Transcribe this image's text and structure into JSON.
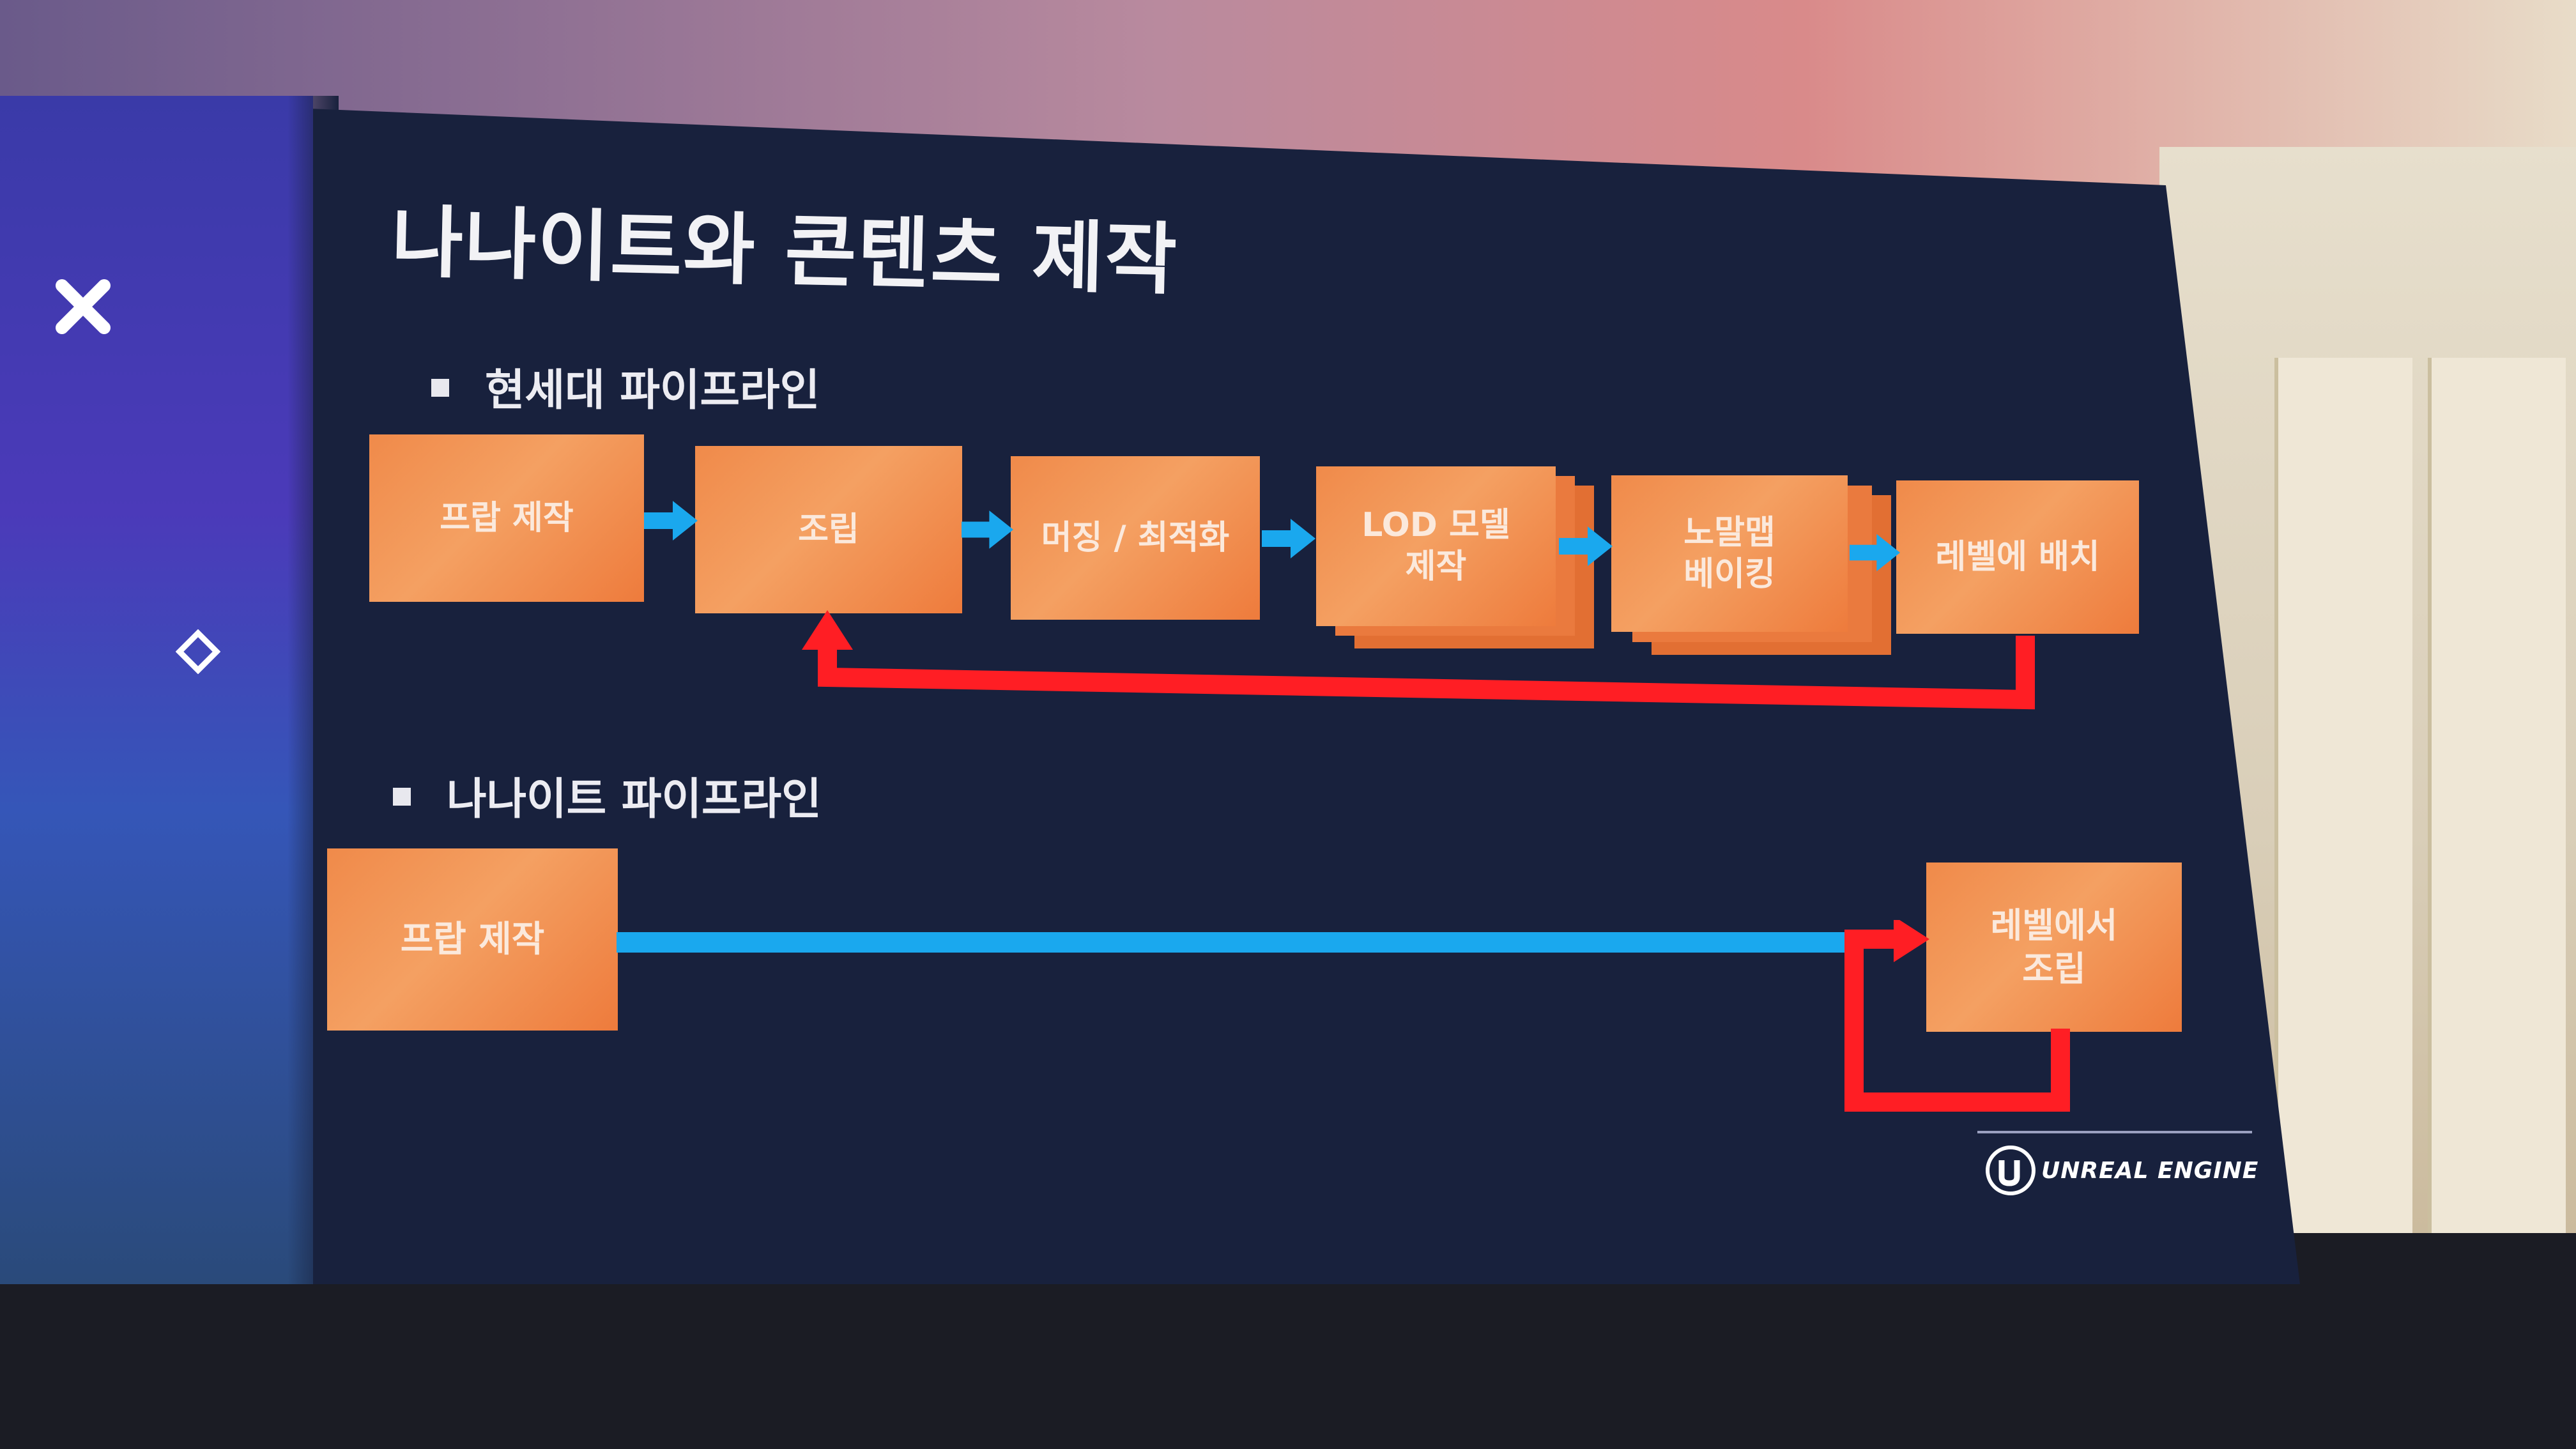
{
  "slide": {
    "title": "나나이트와 콘텐츠 제작",
    "current_pipeline": {
      "heading": "현세대 파이프라인",
      "steps": [
        "프랍 제작",
        "조립",
        "머징 / 최적화",
        "LOD 모델\n제작",
        "노말맵\n베이킹",
        "레벨에 배치"
      ]
    },
    "nanite_pipeline": {
      "heading": "나나이트 파이프라인",
      "steps": [
        "프랍 제작",
        "레벨에서\n조립"
      ]
    },
    "logo_text": "UNREAL ENGINE"
  },
  "colors": {
    "box_orange": "#f08a4a",
    "arrow_blue": "#1aa8ee",
    "loop_red": "#ff1e24",
    "slide_bg": "#18213d"
  },
  "icons": [
    "close-x-icon",
    "diamond-icon",
    "unreal-engine-logo-icon"
  ]
}
